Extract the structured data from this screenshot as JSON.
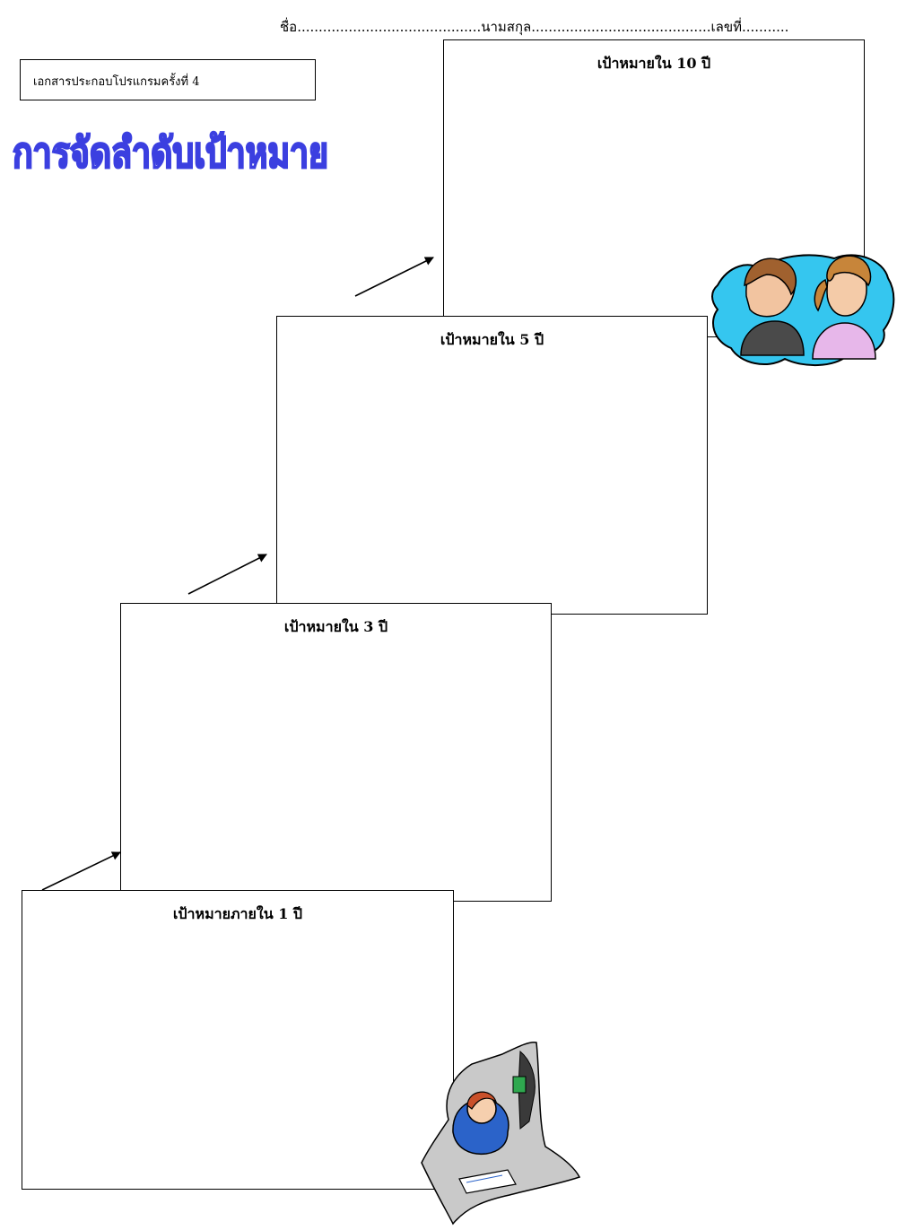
{
  "header": {
    "name_label": "ชื่อ",
    "surname_label": "นามสกุล",
    "number_label": "เลขที่"
  },
  "document_label": "เอกสารประกอบโปรแกรมครั้งที่  4",
  "title": "การจัดลำดับเป้าหมาย",
  "title_color": "#3b3fe0",
  "goal_boxes": {
    "ten_year": "เป้าหมายใน 10 ปี",
    "five_year": "เป้าหมายใน 5  ปี",
    "three_year": "เป้าหมายใน  3  ปี",
    "one_year": "เป้าหมายภายใน  1  ปี"
  },
  "clipart": {
    "couple": "couple-clipart",
    "student": "studying-student-clipart"
  }
}
